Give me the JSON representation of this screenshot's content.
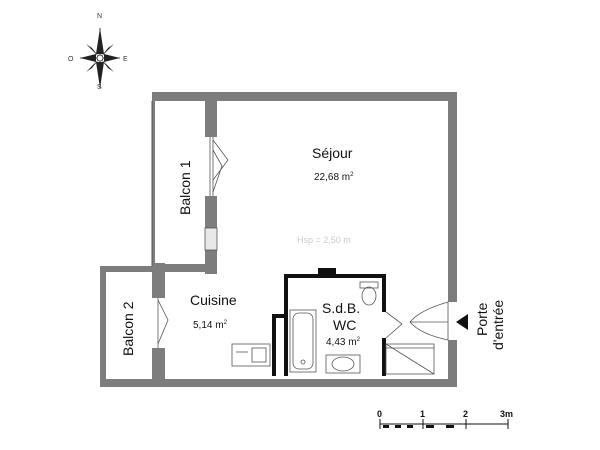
{
  "compass": {
    "n": "N",
    "s": "S",
    "e": "E",
    "o": "O"
  },
  "rooms": {
    "sejour": {
      "name": "Séjour",
      "area": "22,68 m",
      "unit_sup": "2"
    },
    "cuisine": {
      "name": "Cuisine",
      "area": "5,14 m",
      "unit_sup": "2"
    },
    "sdb": {
      "name_line1": "S.d.B.",
      "name_line2": "WC",
      "area": "4,43 m",
      "unit_sup": "2"
    },
    "balcon1": {
      "name": "Balcon 1"
    },
    "balcon2": {
      "name": "Balcon 2"
    }
  },
  "hsp": "Hsp = 2,50 m",
  "entrance": {
    "line1": "Porte",
    "line2": "d'entrée"
  },
  "scale": {
    "t0": "0",
    "t1": "1",
    "t2": "2",
    "t3": "3m"
  },
  "colors": {
    "wall": "#7d7d7d",
    "partition": "#111111",
    "line": "#555555"
  }
}
